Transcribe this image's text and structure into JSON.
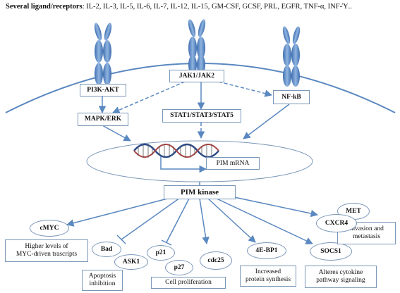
{
  "header": {
    "label": "Several ligand/receptors",
    "list": ": IL-2, IL-3, IL-5, IL-6, IL-7, IL-12, IL-15, GM-CSF, GCSF, PRL, EGFR, TNF-α, INF-Ύ.."
  },
  "pathways": {
    "pi3k": "PI3K-AKT",
    "jak": "JAK1/JAK2",
    "nfkb": "NF-kB",
    "mapk": "MAPK/ERK",
    "stat": "STAT1/STAT3/STAT5"
  },
  "mrna": {
    "label": "PIM mRNA"
  },
  "pim_kinase": "PIM kinase",
  "targets": {
    "cmyc": "cMYC",
    "cmyc_effect_line1": "Higher levels of",
    "cmyc_effect_line2": "MYC-driven trascripts",
    "bad": "Bad",
    "ask1": "ASK1",
    "apoptosis_line1": "Apoptosis",
    "apoptosis_line2": "inhibition",
    "p21": "p21",
    "p27": "p27",
    "cdc25": "cdc25",
    "proliferation": "Cell proliferation",
    "bp1": "4E-BP1",
    "protein_line1": "Increased",
    "protein_line2": "protein synthesis",
    "socs1": "SOCS1",
    "cytokine_line1": "Alteres cytokine",
    "cytokine_line2": "pathway signaling",
    "met": "MET",
    "cxcr4": "CXCR4",
    "invasion_line1": "Invasion and",
    "invasion_line2": "metastasis"
  },
  "colors": {
    "arrow": "#5a88c0",
    "receptor": "#6a98d0",
    "box_border": "#7a97b8"
  }
}
